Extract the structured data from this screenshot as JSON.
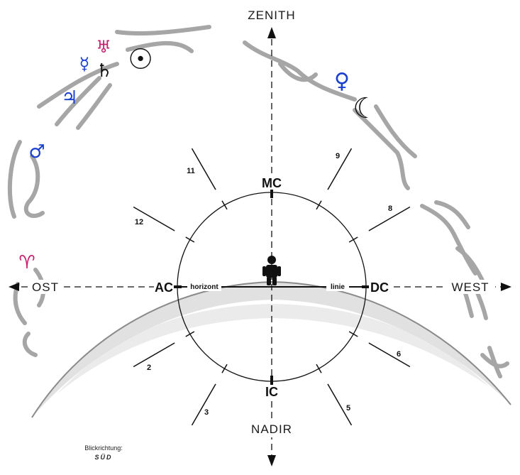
{
  "directions": {
    "top": "ZENITH",
    "bottom": "NADIR",
    "left": "OST",
    "right": "WEST"
  },
  "axes": {
    "mc": "MC",
    "ic": "IC",
    "ac": "AC",
    "dc": "DC",
    "horizon_left": "horizont",
    "horizon_right": "linie"
  },
  "houses": [
    "2",
    "3",
    "5",
    "6",
    "8",
    "9",
    "11",
    "12"
  ],
  "footer": {
    "line1": "Blickrichtung:",
    "line2": "SÜD"
  },
  "planet_symbols": {
    "sun": "☉",
    "moon": "☾",
    "mercury": "☿",
    "venus": "♀",
    "mars": "♂",
    "jupiter": "♃",
    "saturn": "♄",
    "uranus": "♅"
  },
  "zodiac_symbols": {
    "aries": "♈"
  },
  "colors": {
    "blue": "#1a3fd1",
    "magenta": "#c81e6e",
    "black": "#111111",
    "gray": "#9a9a9a"
  }
}
